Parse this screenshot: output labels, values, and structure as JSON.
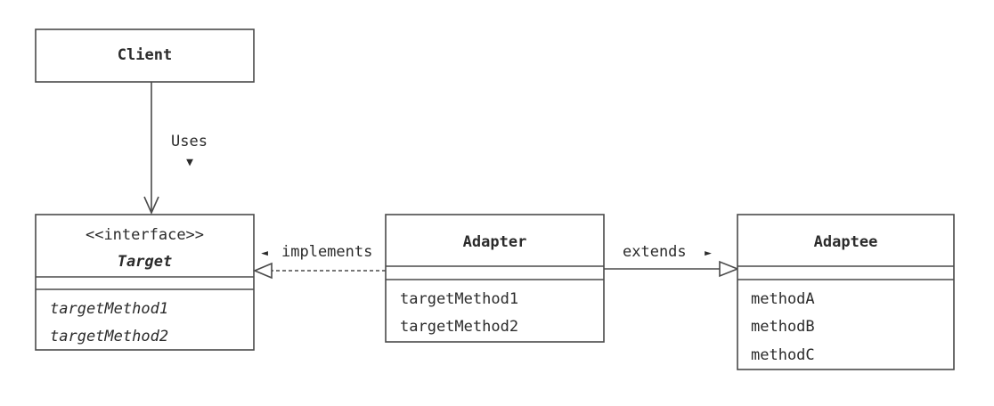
{
  "client": {
    "name": "Client"
  },
  "target": {
    "stereotype": "<<interface>>",
    "name": "Target",
    "methods": [
      "targetMethod1",
      "targetMethod2"
    ]
  },
  "adapter": {
    "name": "Adapter",
    "methods": [
      "targetMethod1",
      "targetMethod2"
    ]
  },
  "adaptee": {
    "name": "Adaptee",
    "methods": [
      "methodA",
      "methodB",
      "methodC"
    ]
  },
  "relations": {
    "uses": {
      "label": "Uses",
      "arrow": "▼"
    },
    "implements": {
      "label": "implements",
      "arrow": "◄"
    },
    "extends": {
      "label": "extends",
      "arrow": "►"
    }
  }
}
